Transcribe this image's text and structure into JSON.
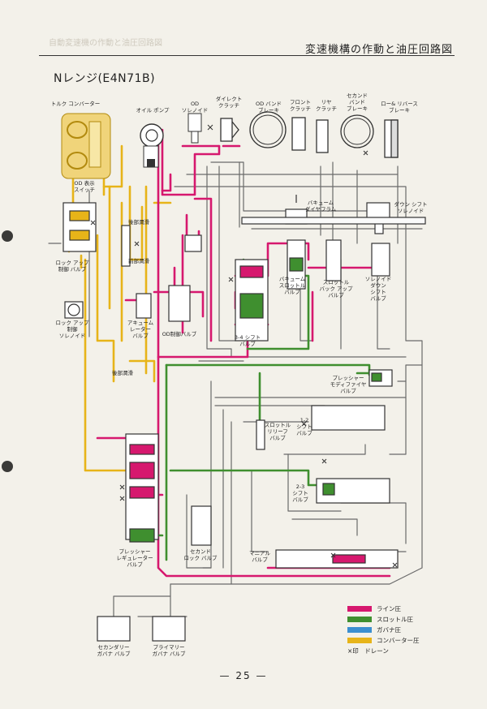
{
  "header": {
    "title": "変速機構の作動と油圧回路図",
    "ghost": "自動変速機の作動と油圧回路図"
  },
  "range_title": "Nレンジ(E4N71B)",
  "component_labels": {
    "torque_converter": "トルク コンバーター",
    "oil_pump": "オイル ポンプ",
    "od_solenoid": "OD\nソレノイド",
    "direct_clutch": "ダイレクト\nクラッチ",
    "od_band_brake": "OD バンド\nブレーキ",
    "front_clutch": "フロント\nクラッチ",
    "rear_clutch": "リヤ\nクラッチ",
    "second_band_brake": "セカンド\nバンド\nブレーキ",
    "low_reverse_brake": "ロー& リバース\nブレーキ",
    "od_switch": "OD 表示\nスイッチ",
    "lockup_control_valve": "ロック アップ\n制御 バルブ",
    "lockup_solenoid": "ロック アップ\n制御\nソレノイド",
    "rear_lube": "後部潤滑",
    "front_lube": "前部潤滑",
    "vacuum_diaphragm": "バキューム\nダイヤフラム",
    "downshift_solenoid": "ダウン シフト\nソレノイド",
    "vacuum_throttle_valve": "バキューム\nスロットル\nバルブ",
    "throttle_backup_valve": "スロットル\nバック アップ\nバルブ",
    "solenoid_downshift_valve": "ソレノイド\nダウン\nシフト\nバルブ",
    "accumulator_valve": "アキューム\nレーター\nバルブ",
    "od_control_valve": "OD制御バルブ",
    "shift_34_valve": "3-4 シフト\nバルブ",
    "pressure_modifier_valve": "プレッシャー\nモディファイヤ\nバルブ",
    "rear_lube2": "後部潤滑",
    "throttle_relief_valve": "スロットル\nリリーフ\nバルブ",
    "shift_12_valve": "1-2\nシフト\nバルブ",
    "shift_23_valve": "2-3\nシフト\nバルブ",
    "pressure_regulator_valve": "プレッシャー\nレギュレーター\nバルブ",
    "second_lock_valve": "セカンド\nロック バルブ",
    "manual_valve": "マニアル\nバルブ",
    "secondary_governor": "セカンダリー\nガバナ バルブ",
    "primary_governor": "プライマリー\nガバナ バルブ"
  },
  "legend": [
    {
      "label": "ライン圧",
      "color": "#d6186e"
    },
    {
      "label": "スロットル圧",
      "color": "#3f8f2f"
    },
    {
      "label": "ガバナ圧",
      "color": "#3c8fd0"
    },
    {
      "label": "コンバーター圧",
      "color": "#e7b419"
    },
    {
      "label": "×印　ドレーン",
      "color": ""
    }
  ],
  "colors": {
    "line_pressure": "#d6186e",
    "throttle_pressure": "#3f8f2f",
    "governor_pressure": "#3c8fd0",
    "converter_pressure": "#e7b419",
    "drain_line": "#555555"
  },
  "page_number": "— 25 —"
}
